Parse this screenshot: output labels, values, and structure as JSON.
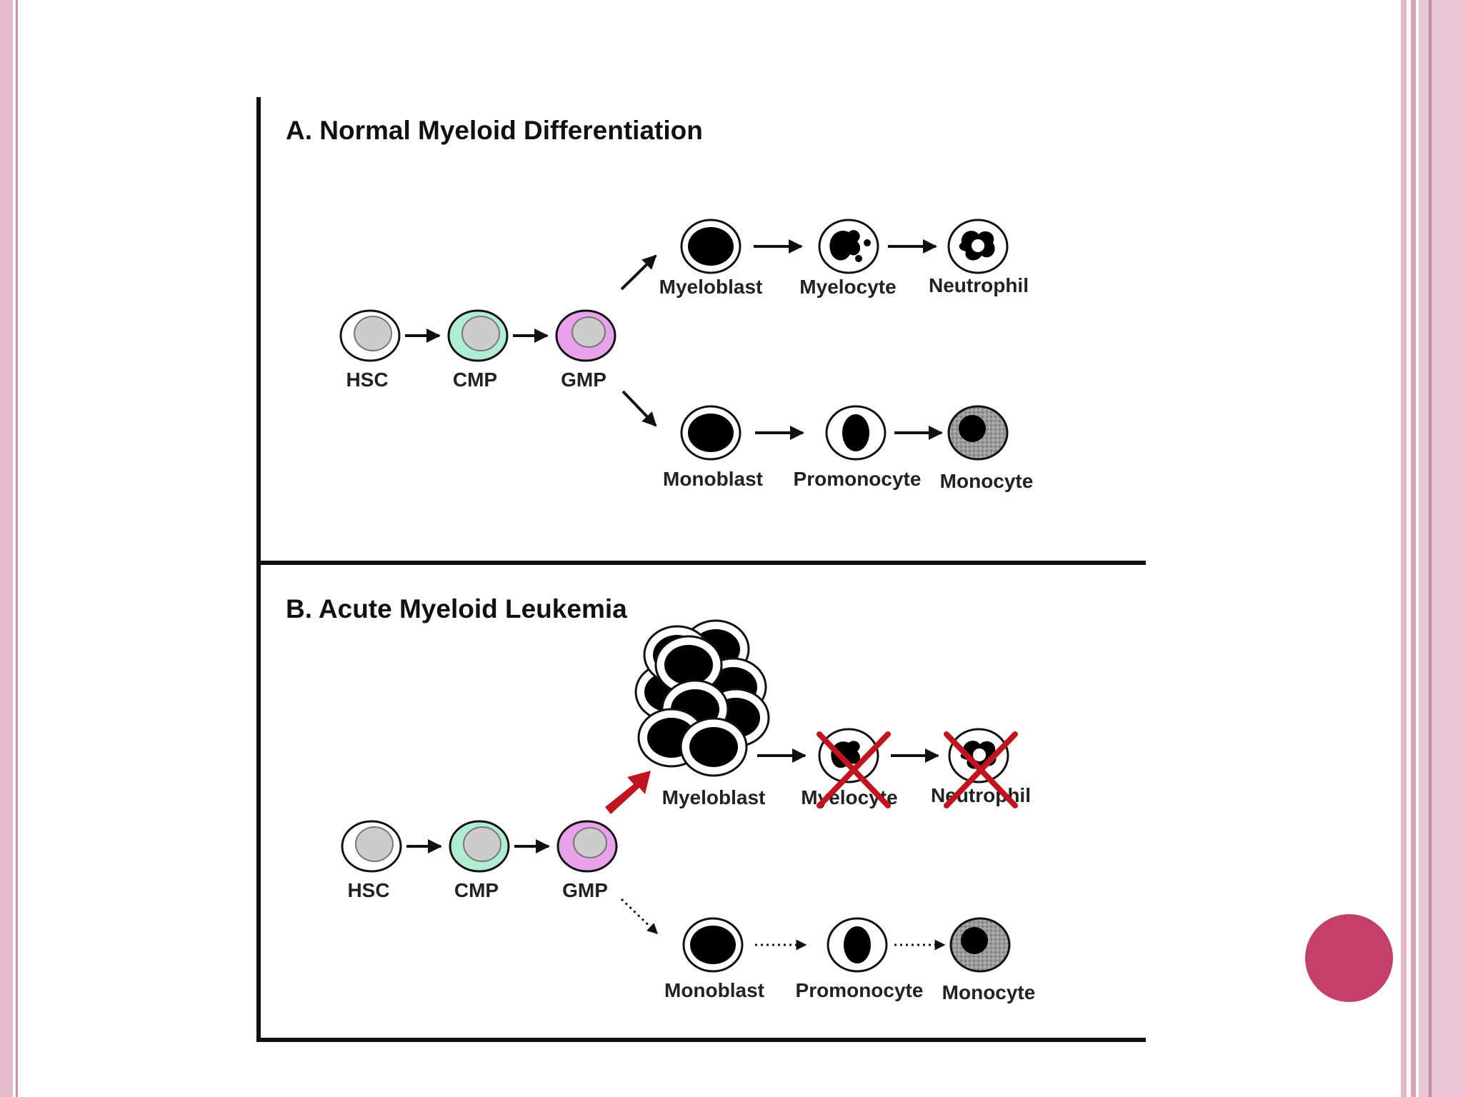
{
  "slide": {
    "colors": {
      "accent_circle": "#c4406a",
      "side_bars": "#e3bccb",
      "cmp_cell": "#aeedd2",
      "gmp_cell": "#e9a2ea",
      "blocked_cross": "#c0141f",
      "leukemic_arrow": "#c0141f"
    }
  },
  "panel_a": {
    "title": "A.  Normal Myeloid Differentiation",
    "progenitors": [
      "HSC",
      "CMP",
      "GMP"
    ],
    "granulocytic": [
      "Myeloblast",
      "Myelocyte",
      "Neutrophil"
    ],
    "monocytic": [
      "Monoblast",
      "Promonocyte",
      "Monocyte"
    ]
  },
  "panel_b": {
    "title": "B.  Acute Myeloid Leukemia",
    "progenitors": [
      "HSC",
      "CMP",
      "GMP"
    ],
    "granulocytic": [
      "Myeloblast",
      "Myelocyte",
      "Neutrophil"
    ],
    "monocytic": [
      "Monoblast",
      "Promonocyte",
      "Monocyte"
    ]
  }
}
